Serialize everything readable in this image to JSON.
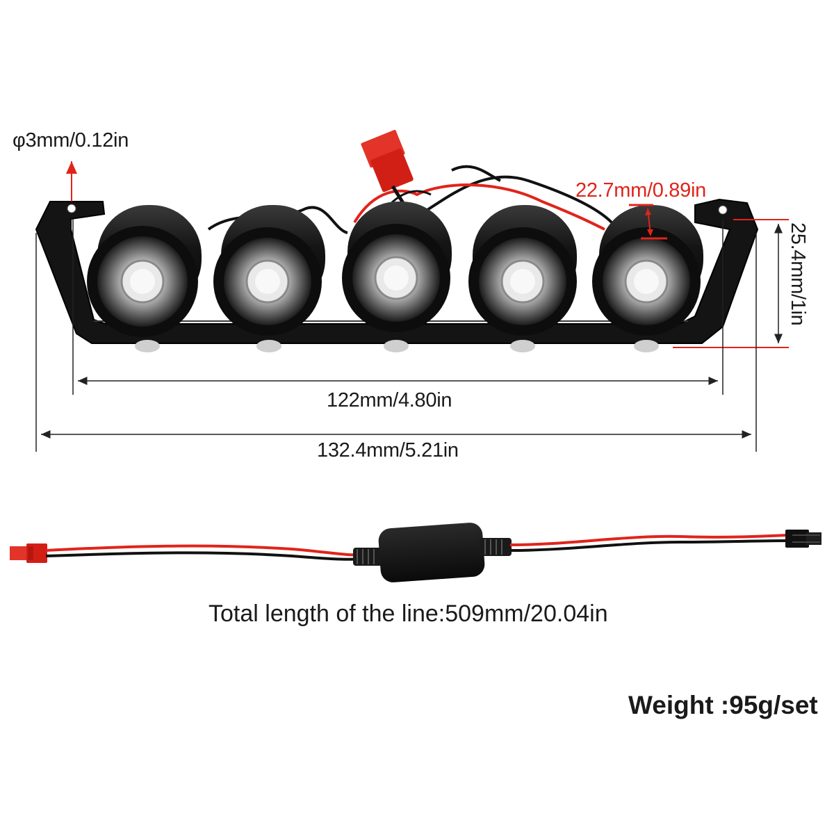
{
  "dimensions": {
    "hole_diameter": "φ3mm/0.12in",
    "lamp_diameter": "22.7mm/0.89in",
    "height": "25.4mm/1in",
    "hole_spacing": "122mm/4.80in",
    "overall_length": "132.4mm/5.21in"
  },
  "cable": {
    "total_length": "Total length of the line:509mm/20.04in"
  },
  "weight": "Weight :95g/set",
  "colors": {
    "dimension_highlight": "#e0241b",
    "dimension_line": "#222222",
    "metal_black": "#111111",
    "wire_red": "#e0241b"
  }
}
